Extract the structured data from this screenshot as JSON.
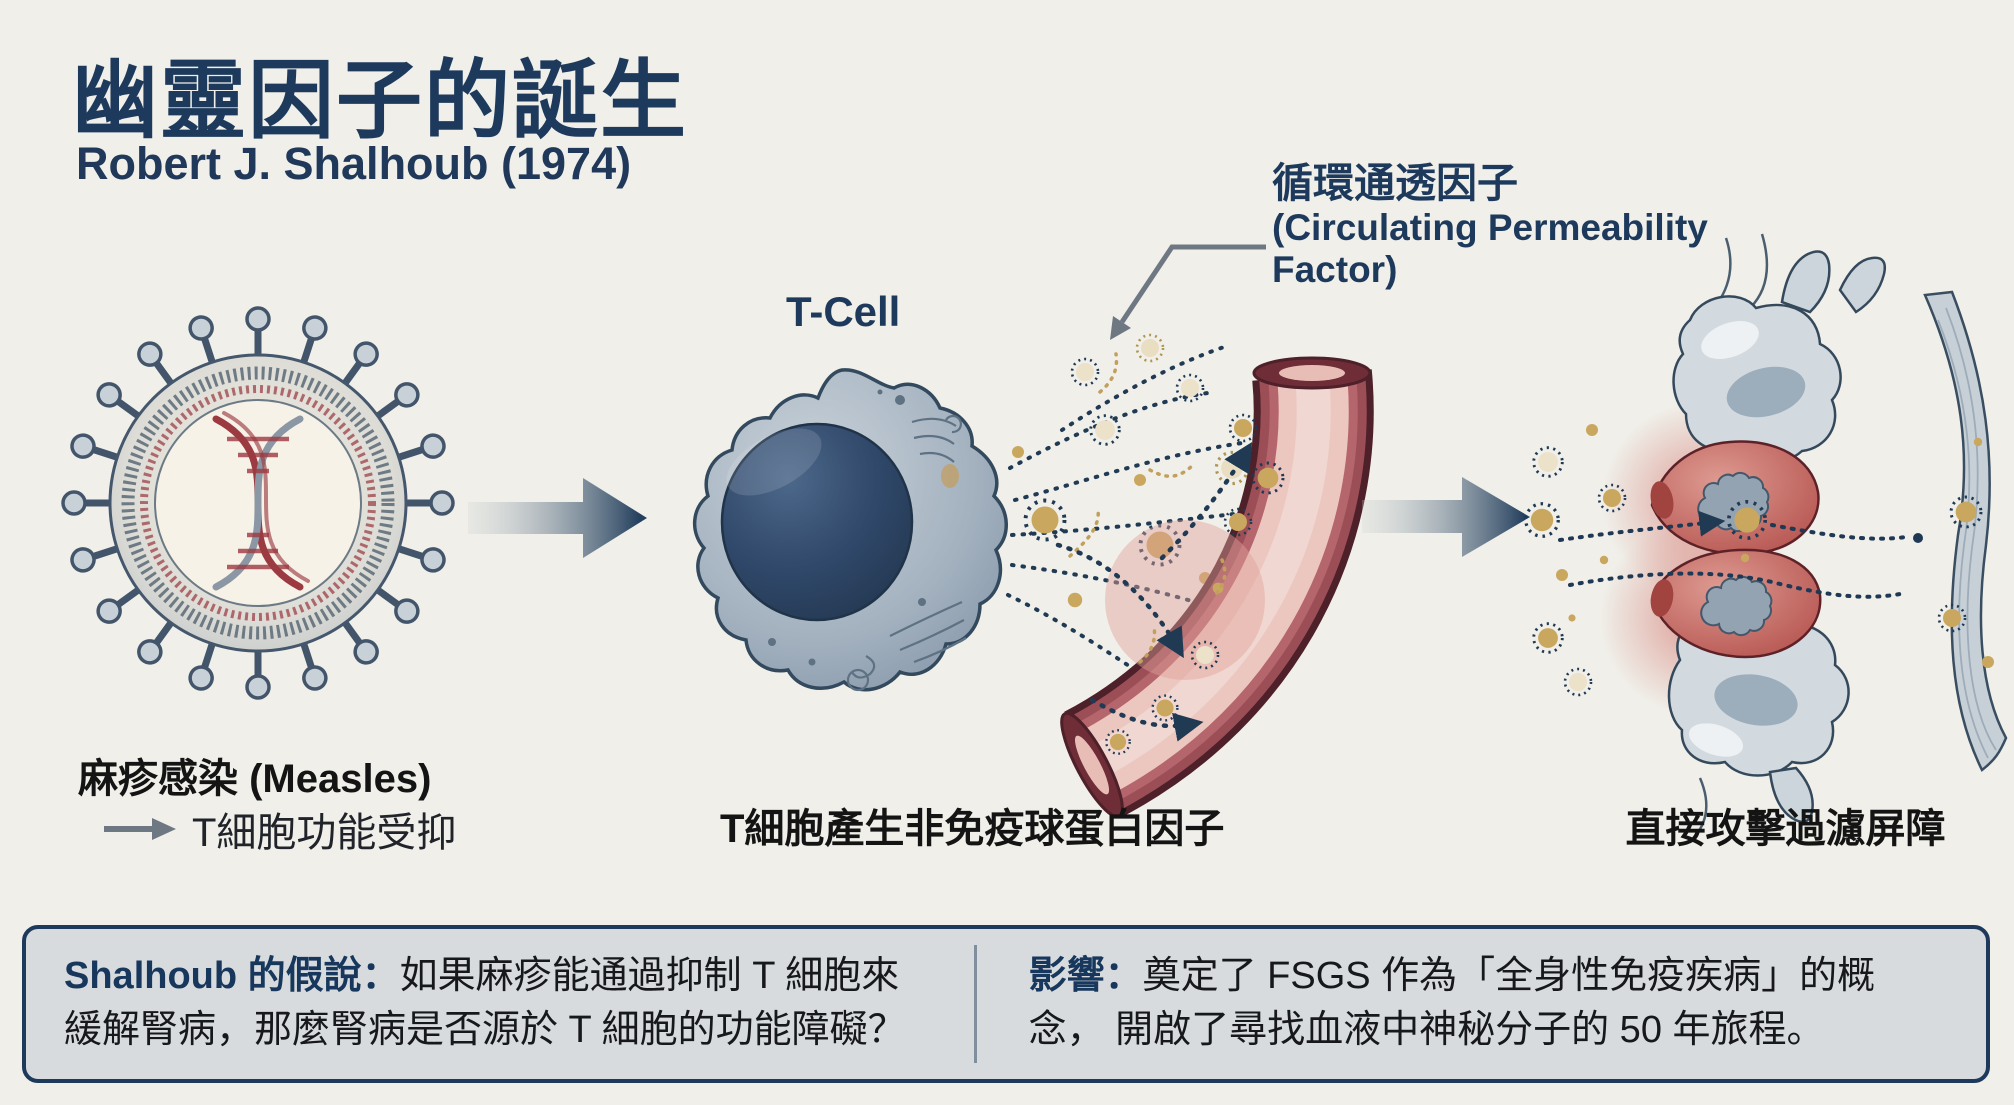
{
  "palette": {
    "background": "#f0efe9",
    "navy": "#1d3a5c",
    "caption_black": "#141414",
    "tan_particle": "#c9a75f",
    "cream_particle": "#ece1c9",
    "vessel_maroon": "#9c4e56",
    "vessel_lumen_pink": "#ecc7c0",
    "cell_blue_gray": "#9fadbb",
    "nucleus_navy": "#24384f",
    "red_cell": "#b95551",
    "footer_fill": "#d8dbde",
    "pointer_gray": "#6e7883",
    "arrow_gradient_end": "#24405e"
  },
  "header": {
    "title": "幽靈因子的誕生",
    "subtitle": "Robert J. Shalhoub (1974)"
  },
  "diagram": {
    "tcell_label": "T-Cell",
    "cpf_label": {
      "line1": "循環通透因子",
      "line2": "(Circulating Permeability",
      "line3": "Factor)"
    },
    "captions": {
      "measles_title": "麻疹感染 (Measles)",
      "measles_sub": "T細胞功能受抑",
      "tcell_caption": "T細胞產生非免疫球蛋白因子",
      "barrier_caption": "直接攻擊過濾屏障"
    }
  },
  "footer": {
    "left": {
      "label": "Shalhoub 的假說：",
      "lines": [
        "如果麻疹能通過抑制 T 細胞來",
        "緩解腎病，那麼腎病是否源於 T 細胞的功能障礙？"
      ]
    },
    "right": {
      "label": "影響：",
      "lines": [
        "奠定了 FSGS 作為「全身性免疫疾病」的概",
        "念， 開啟了尋找血液中神秘分子的 50 年旅程。"
      ]
    }
  }
}
